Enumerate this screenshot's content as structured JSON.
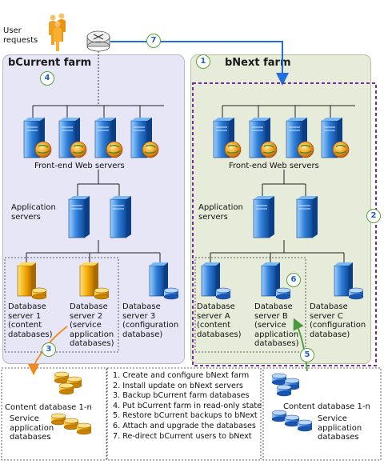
{
  "user_label": "User requests",
  "farms": {
    "current": {
      "title": "bCurrent farm",
      "step": "4"
    },
    "next": {
      "title": "bNext farm",
      "step": "1"
    }
  },
  "front_end_label": "Front-end Web servers",
  "app_servers_label": "Application servers",
  "current_db": [
    {
      "label": "Database server 1 (content databases)"
    },
    {
      "label": "Database server 2 (service application databases)"
    },
    {
      "label": "Database server 3 (configuration database)"
    }
  ],
  "next_db": [
    {
      "label": "Database server A (content databases)"
    },
    {
      "label": "Database server B (service application databases)"
    },
    {
      "label": "Database server C (configuration database)"
    }
  ],
  "markers": {
    "redirect": "7",
    "upgrade_boundary": "2",
    "backup": "3",
    "attach": "5",
    "db_server_b": "6"
  },
  "backup_box": {
    "content_db": "Content database 1-n",
    "service_db": "Service application databases"
  },
  "restore_box": {
    "content_db": "Content database 1-n",
    "service_db": "Service application databases"
  },
  "steps": [
    "1. Create and  configure bNext farm",
    "2. Install update on bNext servers",
    "3. Backup bCurrent farm databases",
    "4. Put bCurrent farm in read-only state",
    "5. Restore bCurrent backups to bNext",
    "6. Attach and upgrade the databases",
    "7. Re-direct bCurrent users to bNext"
  ],
  "colors": {
    "current_bg": "#e6e6f7",
    "next_bg": "#e6ecd9",
    "dash_purple": "#7030a0",
    "arrow_blue": "#1f6fe0",
    "arrow_orange": "#f08a1c",
    "arrow_green": "#4a9a3a"
  }
}
